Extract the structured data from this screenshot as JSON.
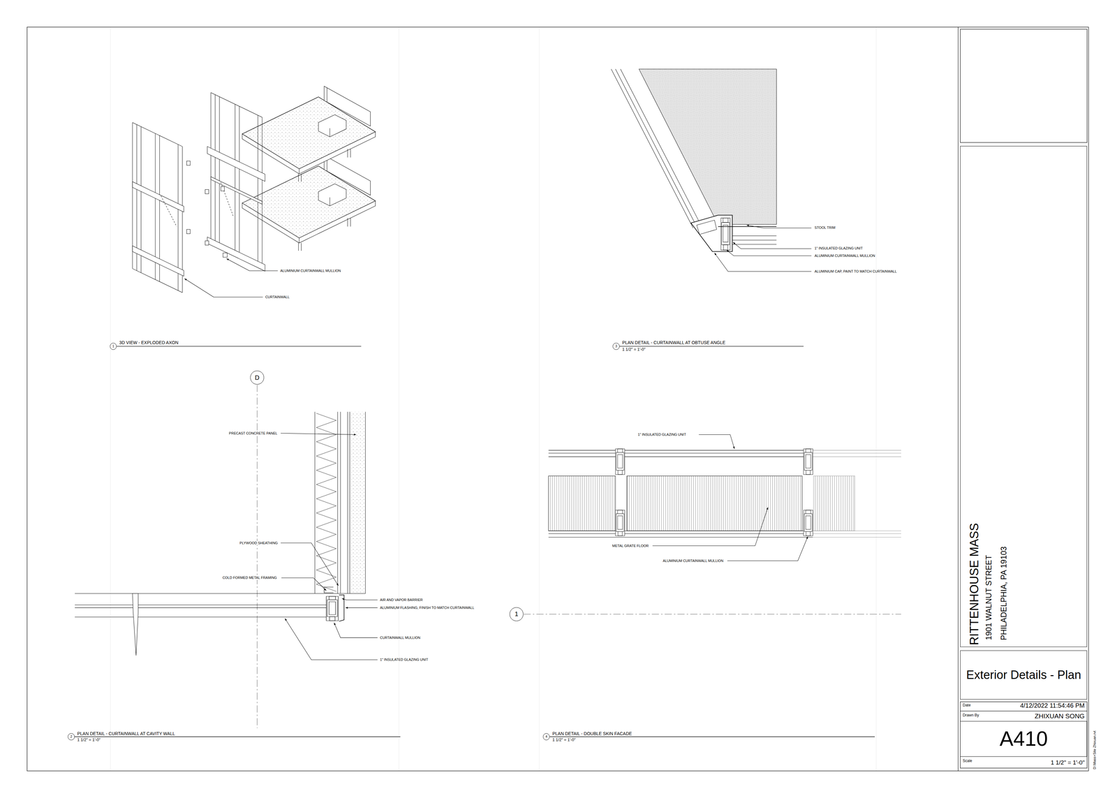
{
  "diagram": {
    "nodes": [
      {
        "text": [
          "1"
        ]
      },
      {
        "text": [
          "3"
        ]
      },
      {
        "text": [
          "D"
        ]
      },
      {
        "text": [
          "1"
        ]
      },
      {
        "text": [
          "2"
        ]
      },
      {
        "text": [
          "4"
        ]
      },
      {
        "text": [
          "RITTENHOUSE MASS",
          "1901 WALNUT STREET",
          "PHILADELPHIA, PA 19103"
        ]
      },
      {
        "text": [
          "Exterior Details - Plan"
        ]
      },
      {
        "text": [
          "A410"
        ]
      }
    ],
    "labels": [
      "ALUMINIUM CURTAINWALL MULLION",
      "CURTAINWALL",
      "3D VIEW - EXPLODED AXON",
      "STOOL TRIM",
      "1\" INSULATED GLAZING UNIT",
      "ALUMINIUM CURTAINWALL MULLION",
      "ALUMINIUM CAP, PAINT TO MATCH CURTAINWALL",
      "PLAN DETAIL - CURTAINWALL AT OBTUSE ANGLE",
      "1 1/2\" = 1'-0\"",
      "PRECAST CONCRETE PANEL",
      "PLYWOOD SHEATHING",
      "COLD FORMED METAL FRAMING",
      "AIR AND VAPOR BARRIER",
      "ALUMINIUM FLASHING, FINISH TO MATCH CURTAINWALL",
      "CURTAINWALL MULLION",
      "1\" INSULATED GLAZING UNIT",
      "PLAN DETAIL - CURTAINWALL AT CAVITY WALL",
      "1 1/2\" = 1'-0\"",
      "1\" INSULATED GLAZING UNIT",
      "METAL GRATE FLOOR",
      "ALUMINIUM CURTAINWALL MULLION",
      "PLAN DETAIL - DOUBLE SKIN FACADE",
      "1 1/2\" = 1'-0\"",
      "Date",
      "4/12/2022 11:54:46 PM",
      "Drawn By",
      "ZHIXUAN SONG",
      "Scale",
      "1 1/2\" = 1'-0\"",
      "D:\\Mass+Site Zhixuan.rvt"
    ]
  }
}
